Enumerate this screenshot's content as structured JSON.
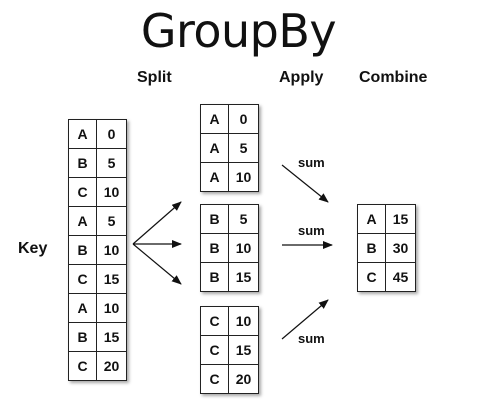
{
  "title": "GroupBy",
  "steps": {
    "split": "Split",
    "apply": "Apply",
    "combine": "Combine"
  },
  "key_label": "Key",
  "source_table": [
    [
      "A",
      "0"
    ],
    [
      "B",
      "5"
    ],
    [
      "C",
      "10"
    ],
    [
      "A",
      "5"
    ],
    [
      "B",
      "10"
    ],
    [
      "C",
      "15"
    ],
    [
      "A",
      "10"
    ],
    [
      "B",
      "15"
    ],
    [
      "C",
      "20"
    ]
  ],
  "groups": [
    [
      [
        "A",
        "0"
      ],
      [
        "A",
        "5"
      ],
      [
        "A",
        "10"
      ]
    ],
    [
      [
        "B",
        "5"
      ],
      [
        "B",
        "10"
      ],
      [
        "B",
        "15"
      ]
    ],
    [
      [
        "C",
        "10"
      ],
      [
        "C",
        "15"
      ],
      [
        "C",
        "20"
      ]
    ]
  ],
  "apply_ops": [
    "sum",
    "sum",
    "sum"
  ],
  "result_table": [
    [
      "A",
      "15"
    ],
    [
      "B",
      "30"
    ],
    [
      "C",
      "45"
    ]
  ]
}
